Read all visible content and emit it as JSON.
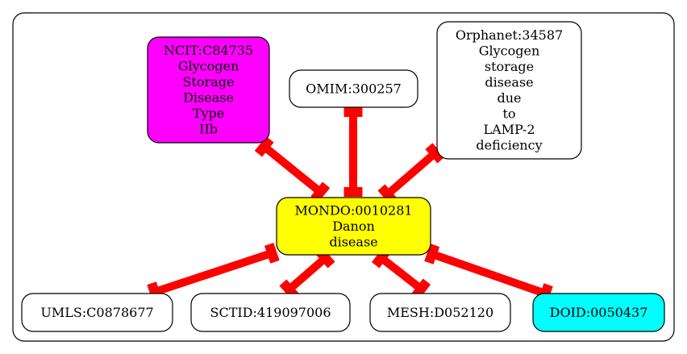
{
  "diagram": {
    "nodes": [
      {
        "id": "ncit",
        "lines": [
          "NCIT:C84735",
          "Glycogen",
          "Storage",
          "Disease",
          "Type",
          "IIb"
        ],
        "fill": "#ff00ff"
      },
      {
        "id": "omim",
        "lines": [
          "OMIM:300257"
        ],
        "fill": "#ffffff"
      },
      {
        "id": "orphanet",
        "lines": [
          "Orphanet:34587",
          "Glycogen",
          "storage",
          "disease",
          "due",
          "to",
          "LAMP-2",
          "deficiency"
        ],
        "fill": "#ffffff"
      },
      {
        "id": "mondo",
        "lines": [
          "MONDO:0010281",
          "Danon",
          "disease"
        ],
        "fill": "#ffff00"
      },
      {
        "id": "umls",
        "lines": [
          "UMLS:C0878677"
        ],
        "fill": "#ffffff"
      },
      {
        "id": "sctid",
        "lines": [
          "SCTID:419097006"
        ],
        "fill": "#ffffff"
      },
      {
        "id": "mesh",
        "lines": [
          "MESH:D052120"
        ],
        "fill": "#ffffff"
      },
      {
        "id": "doid",
        "lines": [
          "DOID:0050437"
        ],
        "fill": "#00ffff"
      }
    ],
    "edges": [
      {
        "from": "ncit",
        "to": "mondo"
      },
      {
        "from": "omim",
        "to": "mondo"
      },
      {
        "from": "orphanet",
        "to": "mondo"
      },
      {
        "from": "mondo",
        "to": "umls"
      },
      {
        "from": "mondo",
        "to": "sctid"
      },
      {
        "from": "mondo",
        "to": "mesh"
      },
      {
        "from": "mondo",
        "to": "doid"
      }
    ],
    "edge_color": "#ff0000"
  }
}
